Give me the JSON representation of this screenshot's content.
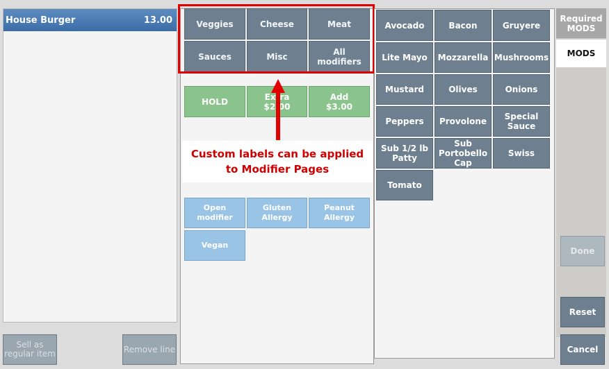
{
  "order": {
    "item_name": "House Burger",
    "item_price": "13.00",
    "sell_regular_label": "Sell as regular item",
    "remove_line_label": "Remove line"
  },
  "modifier_pages": [
    "Veggies",
    "Cheese",
    "Meat",
    "Sauces",
    "Misc",
    "All modifiers"
  ],
  "actions": [
    "HOLD",
    "Extra $2.00",
    "Add $3.00"
  ],
  "special": [
    "Open modifier",
    "Gluten Allergy",
    "Peanut Allergy",
    "Vegan"
  ],
  "callout": {
    "line1": "Custom labels can be applied",
    "line2": "to Modifier Pages"
  },
  "modifiers": [
    "Avocado",
    "Bacon",
    "Gruyere",
    "Lite Mayo",
    "Mozzarella",
    "Mushrooms",
    "Mustard",
    "Olives",
    "Onions",
    "Peppers",
    "Provolone",
    "Special Sauce",
    "Sub 1/2 lb Patty",
    "Sub Portobello Cap",
    "Swiss",
    "Tomato"
  ],
  "tabs": {
    "required": "Required MODS",
    "mods": "MODS"
  },
  "side_buttons": {
    "done": "Done",
    "reset": "Reset",
    "cancel": "Cancel"
  },
  "colors": {
    "highlight": "#e10000",
    "callout_text": "#d00000",
    "selected_line": "#3b6da8"
  }
}
